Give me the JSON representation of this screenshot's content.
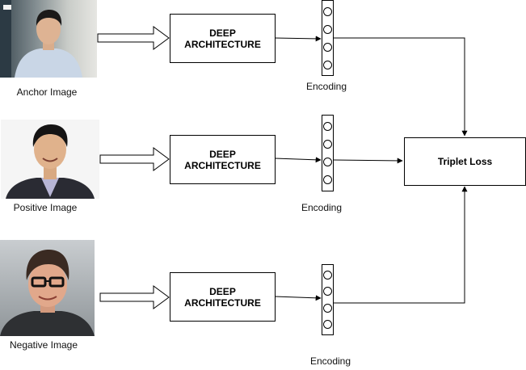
{
  "rows": [
    {
      "caption": "Anchor Image",
      "box_label": "DEEP\nARCHITECTURE",
      "encoding_label": "Encoding",
      "photo_icon": "person-photo"
    },
    {
      "caption": "Positive Image",
      "box_label": "DEEP\nARCHITECTURE",
      "encoding_label": "Encoding",
      "photo_icon": "person-photo"
    },
    {
      "caption": "Negative Image",
      "box_label": "DEEP\nARCHITECTURE",
      "encoding_label": "Encoding",
      "photo_icon": "person-photo"
    }
  ],
  "loss_label": "Triplet Loss",
  "colors": {
    "line": "#000000",
    "background": "#ffffff",
    "box_border": "#000000"
  }
}
